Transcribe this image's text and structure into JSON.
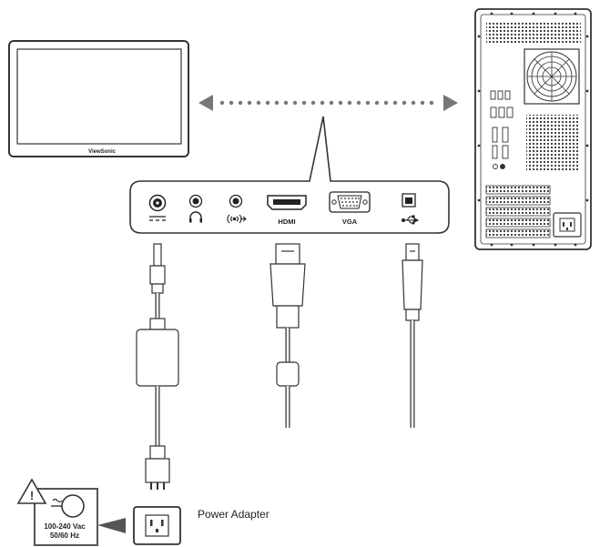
{
  "monitor": {
    "brand": "ViewSonic"
  },
  "ports": {
    "power_symbol": "DC",
    "headphone_icon": "headphone-icon",
    "audio_in_icon": "audio-in-icon",
    "hdmi": "HDMI",
    "vga": "VGA",
    "usb_icon": "usb-icon"
  },
  "warning": {
    "voltage": "100-240 Vac",
    "frequency": "50/60 Hz"
  },
  "adapter": {
    "label": "Power Adapter"
  }
}
